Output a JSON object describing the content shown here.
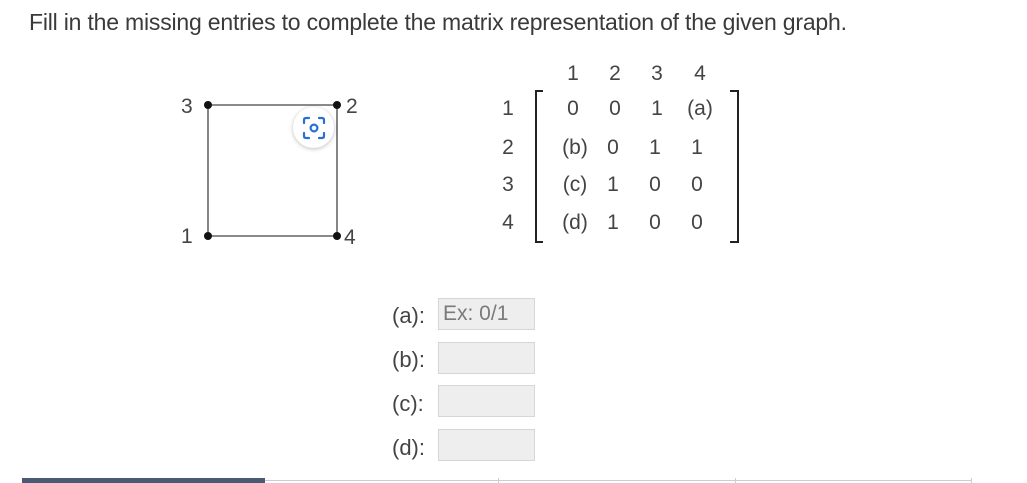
{
  "question": {
    "prompt": "Fill in the missing entries to complete the matrix representation of the given graph."
  },
  "graph": {
    "vertices": [
      {
        "label": "1"
      },
      {
        "label": "2"
      },
      {
        "label": "3"
      },
      {
        "label": "4"
      }
    ],
    "edges": [
      [
        "3",
        "2"
      ],
      [
        "3",
        "1"
      ],
      [
        "1",
        "4"
      ],
      [
        "2",
        "4"
      ]
    ]
  },
  "matrix": {
    "column_headers": [
      "1",
      "2",
      "3",
      "4"
    ],
    "row_headers": [
      "1",
      "2",
      "3",
      "4"
    ],
    "rows": [
      [
        "0",
        "0",
        "1",
        "(a)"
      ],
      [
        "(b)",
        "0",
        "1",
        "1"
      ],
      [
        "(c)",
        "1",
        "0",
        "0"
      ],
      [
        "(d)",
        "1",
        "0",
        "0"
      ]
    ]
  },
  "answers": [
    {
      "label": "(a):",
      "value": "",
      "placeholder": "Ex: 0/1"
    },
    {
      "label": "(b):",
      "value": "",
      "placeholder": ""
    },
    {
      "label": "(c):",
      "value": "",
      "placeholder": ""
    },
    {
      "label": "(d):",
      "value": "",
      "placeholder": ""
    }
  ],
  "icons": {
    "scan": "scan-camera-icon"
  },
  "colors": {
    "accent": "#2a6fd6",
    "text": "#3a3a3a",
    "input_bg": "#eeeeee",
    "tab_active": "#4a5a72"
  }
}
